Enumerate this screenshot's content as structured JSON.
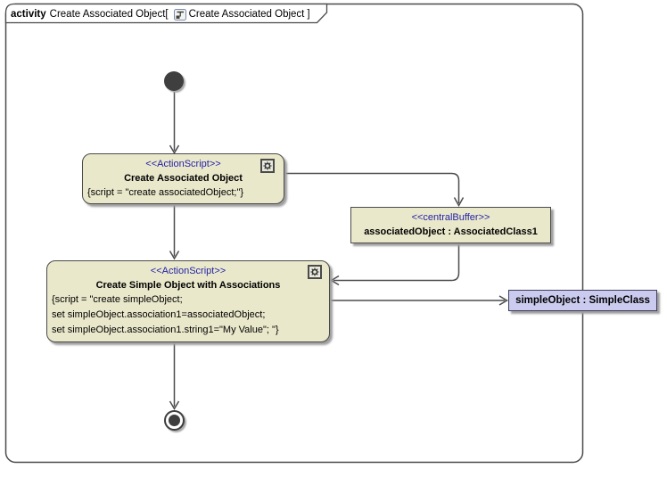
{
  "frame": {
    "keyword": "activity",
    "activity_name": "Create Associated Object",
    "open_bracket": "[",
    "diagram_name": "Create Associated Object",
    "close_bracket": "]"
  },
  "nodes": {
    "action1": {
      "stereotype": "<<ActionScript>>",
      "name": "Create Associated Object",
      "script_lines": [
        "{script = \"create associatedObject;\"}"
      ]
    },
    "central_buffer": {
      "stereotype": "<<centralBuffer>>",
      "name": "associatedObject : AssociatedClass1"
    },
    "action2": {
      "stereotype": "<<ActionScript>>",
      "name": "Create Simple Object with Associations",
      "script_lines": [
        "{script = \"create simpleObject;",
        "set simpleObject.association1=associatedObject;",
        "set simpleObject.association1.string1=\"My Value\"; \"}"
      ]
    },
    "object_node": {
      "name": "simpleObject : SimpleClass"
    }
  },
  "icons": {
    "header_icon": "activity-diagram-icon",
    "action_badge": "gear-icon"
  },
  "colors": {
    "node_fill": "#eae8cb",
    "object_node_fill": "#cbcbef",
    "stereotype_text": "#2323a8",
    "edge_line": "#4c4c4c",
    "shadow": "#9f9f9f"
  }
}
